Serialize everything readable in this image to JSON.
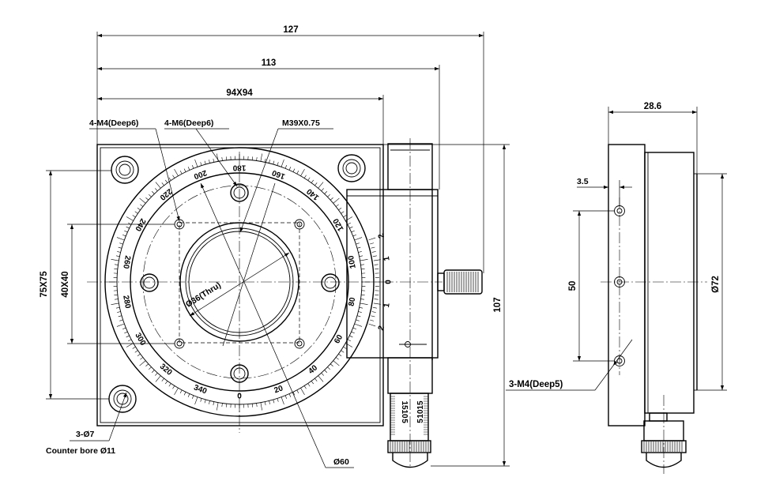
{
  "dimensions": {
    "width_127": "127",
    "width_113": "113",
    "width_94": "94X94",
    "thread": "M39X0.75",
    "holes_m4": "4-M4(Deep6)",
    "holes_m6": "4-M6(Deep6)",
    "square_75": "75X75",
    "square_40": "40X40",
    "height_107": "107",
    "bore": "Ø36(Thru)",
    "dia_60": "Ø60",
    "mount_holes": "3-Ø7",
    "counter_bore": "Counter bore Ø11",
    "depth_28": "28.6",
    "offset_3_5": "3.5",
    "pitch_50": "50",
    "dia_72": "Ø72",
    "side_holes": "3-M4(Deep5)"
  },
  "dial_scale": [
    "0",
    "20",
    "40",
    "60",
    "80",
    "100",
    "120",
    "140",
    "160",
    "180",
    "200",
    "220",
    "240",
    "260",
    "280",
    "300",
    "320",
    "340"
  ],
  "vernier_scale": [
    "2",
    "1",
    "0",
    "1",
    "2"
  ],
  "micrometer_scale": [
    "15",
    "10",
    "5"
  ]
}
